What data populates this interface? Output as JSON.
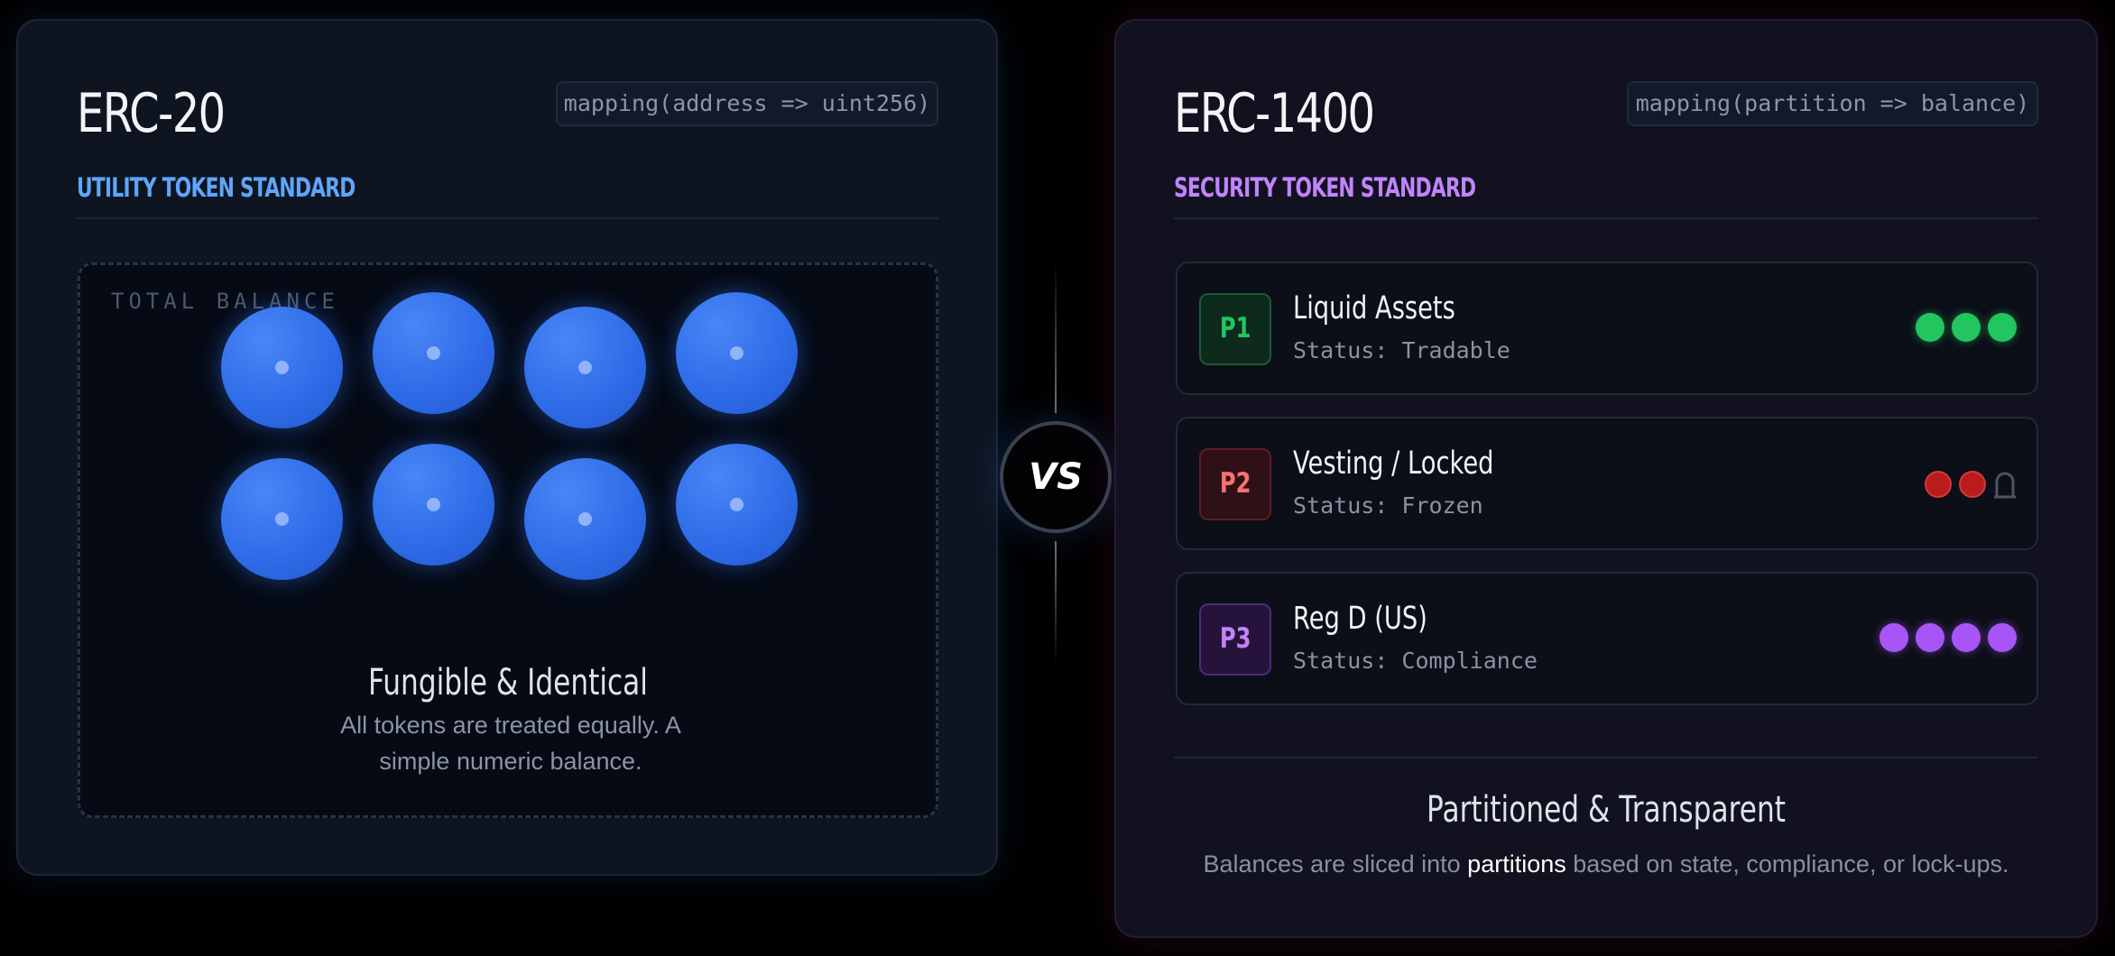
{
  "left": {
    "title": "ERC-20",
    "subtitle": "UTILITY TOKEN STANDARD",
    "code": "mapping(address => uint256)",
    "panel_label": "TOTAL BALANCE",
    "heading": "Fungible & Identical",
    "description": "All tokens are treated equally. A simple numeric balance.",
    "token_count": 8,
    "colors": {
      "accent": "#60a5fa",
      "token": "#3b74ec"
    }
  },
  "vs_label": "VS",
  "right": {
    "title": "ERC-1400",
    "subtitle": "SECURITY TOKEN STANDARD",
    "code": "mapping(partition => balance)",
    "colors": {
      "accent": "#c084fc"
    },
    "partitions": [
      {
        "badge": "P1",
        "name": "Liquid Assets",
        "status": "Status: Tradable",
        "color": "#22c55e",
        "filled": 3,
        "locked": 0
      },
      {
        "badge": "P2",
        "name": "Vesting / Locked",
        "status": "Status: Frozen",
        "color": "#b91c1c",
        "filled": 2,
        "locked": 1
      },
      {
        "badge": "P3",
        "name": "Reg D (US)",
        "status": "Status: Compliance",
        "color": "#a855f7",
        "filled": 4,
        "locked": 0
      }
    ],
    "heading": "Partitioned & Transparent",
    "description": {
      "before": "Balances are sliced into ",
      "highlight": "partitions",
      "after": " based on state, compliance, or lock-ups."
    }
  }
}
